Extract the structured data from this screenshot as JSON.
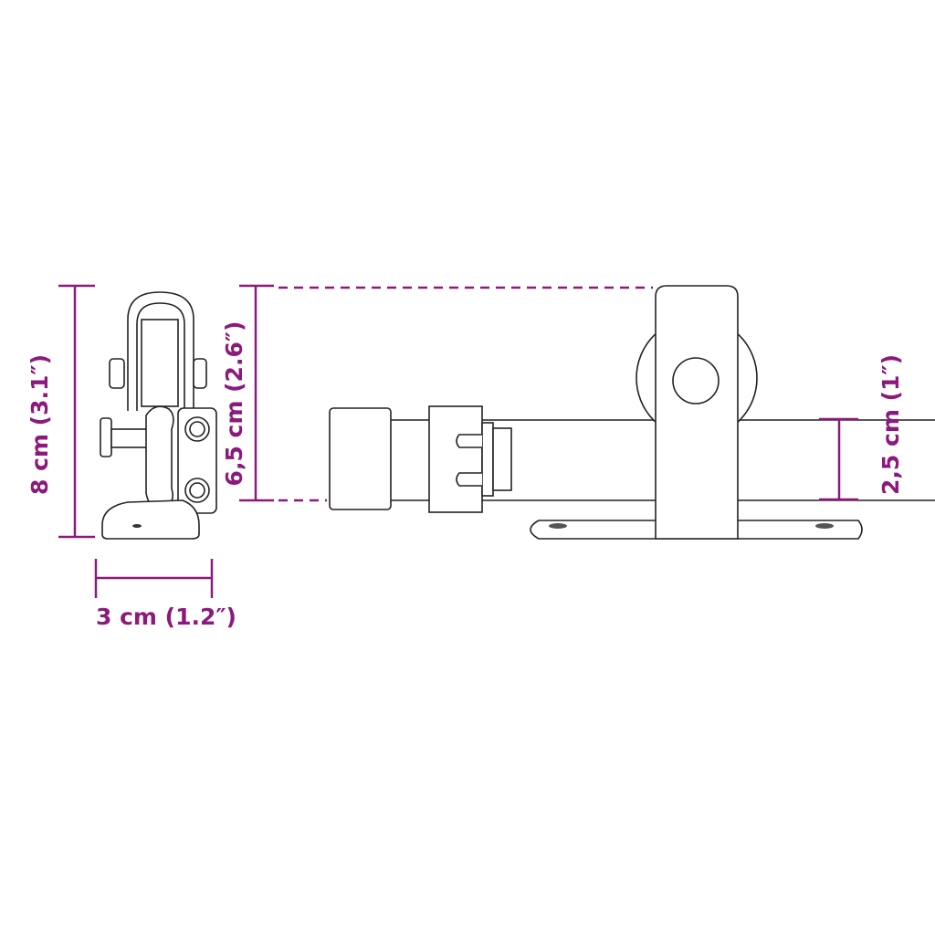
{
  "dimensions": {
    "height_total": "8 cm (3.1″)",
    "height_rail": "6,5 cm (2.6″)",
    "width": "3 cm (1.2″)",
    "rail_height": "2,5 cm (1″)"
  },
  "colors": {
    "dimension": "#8b1a7d",
    "line": "#222222"
  }
}
